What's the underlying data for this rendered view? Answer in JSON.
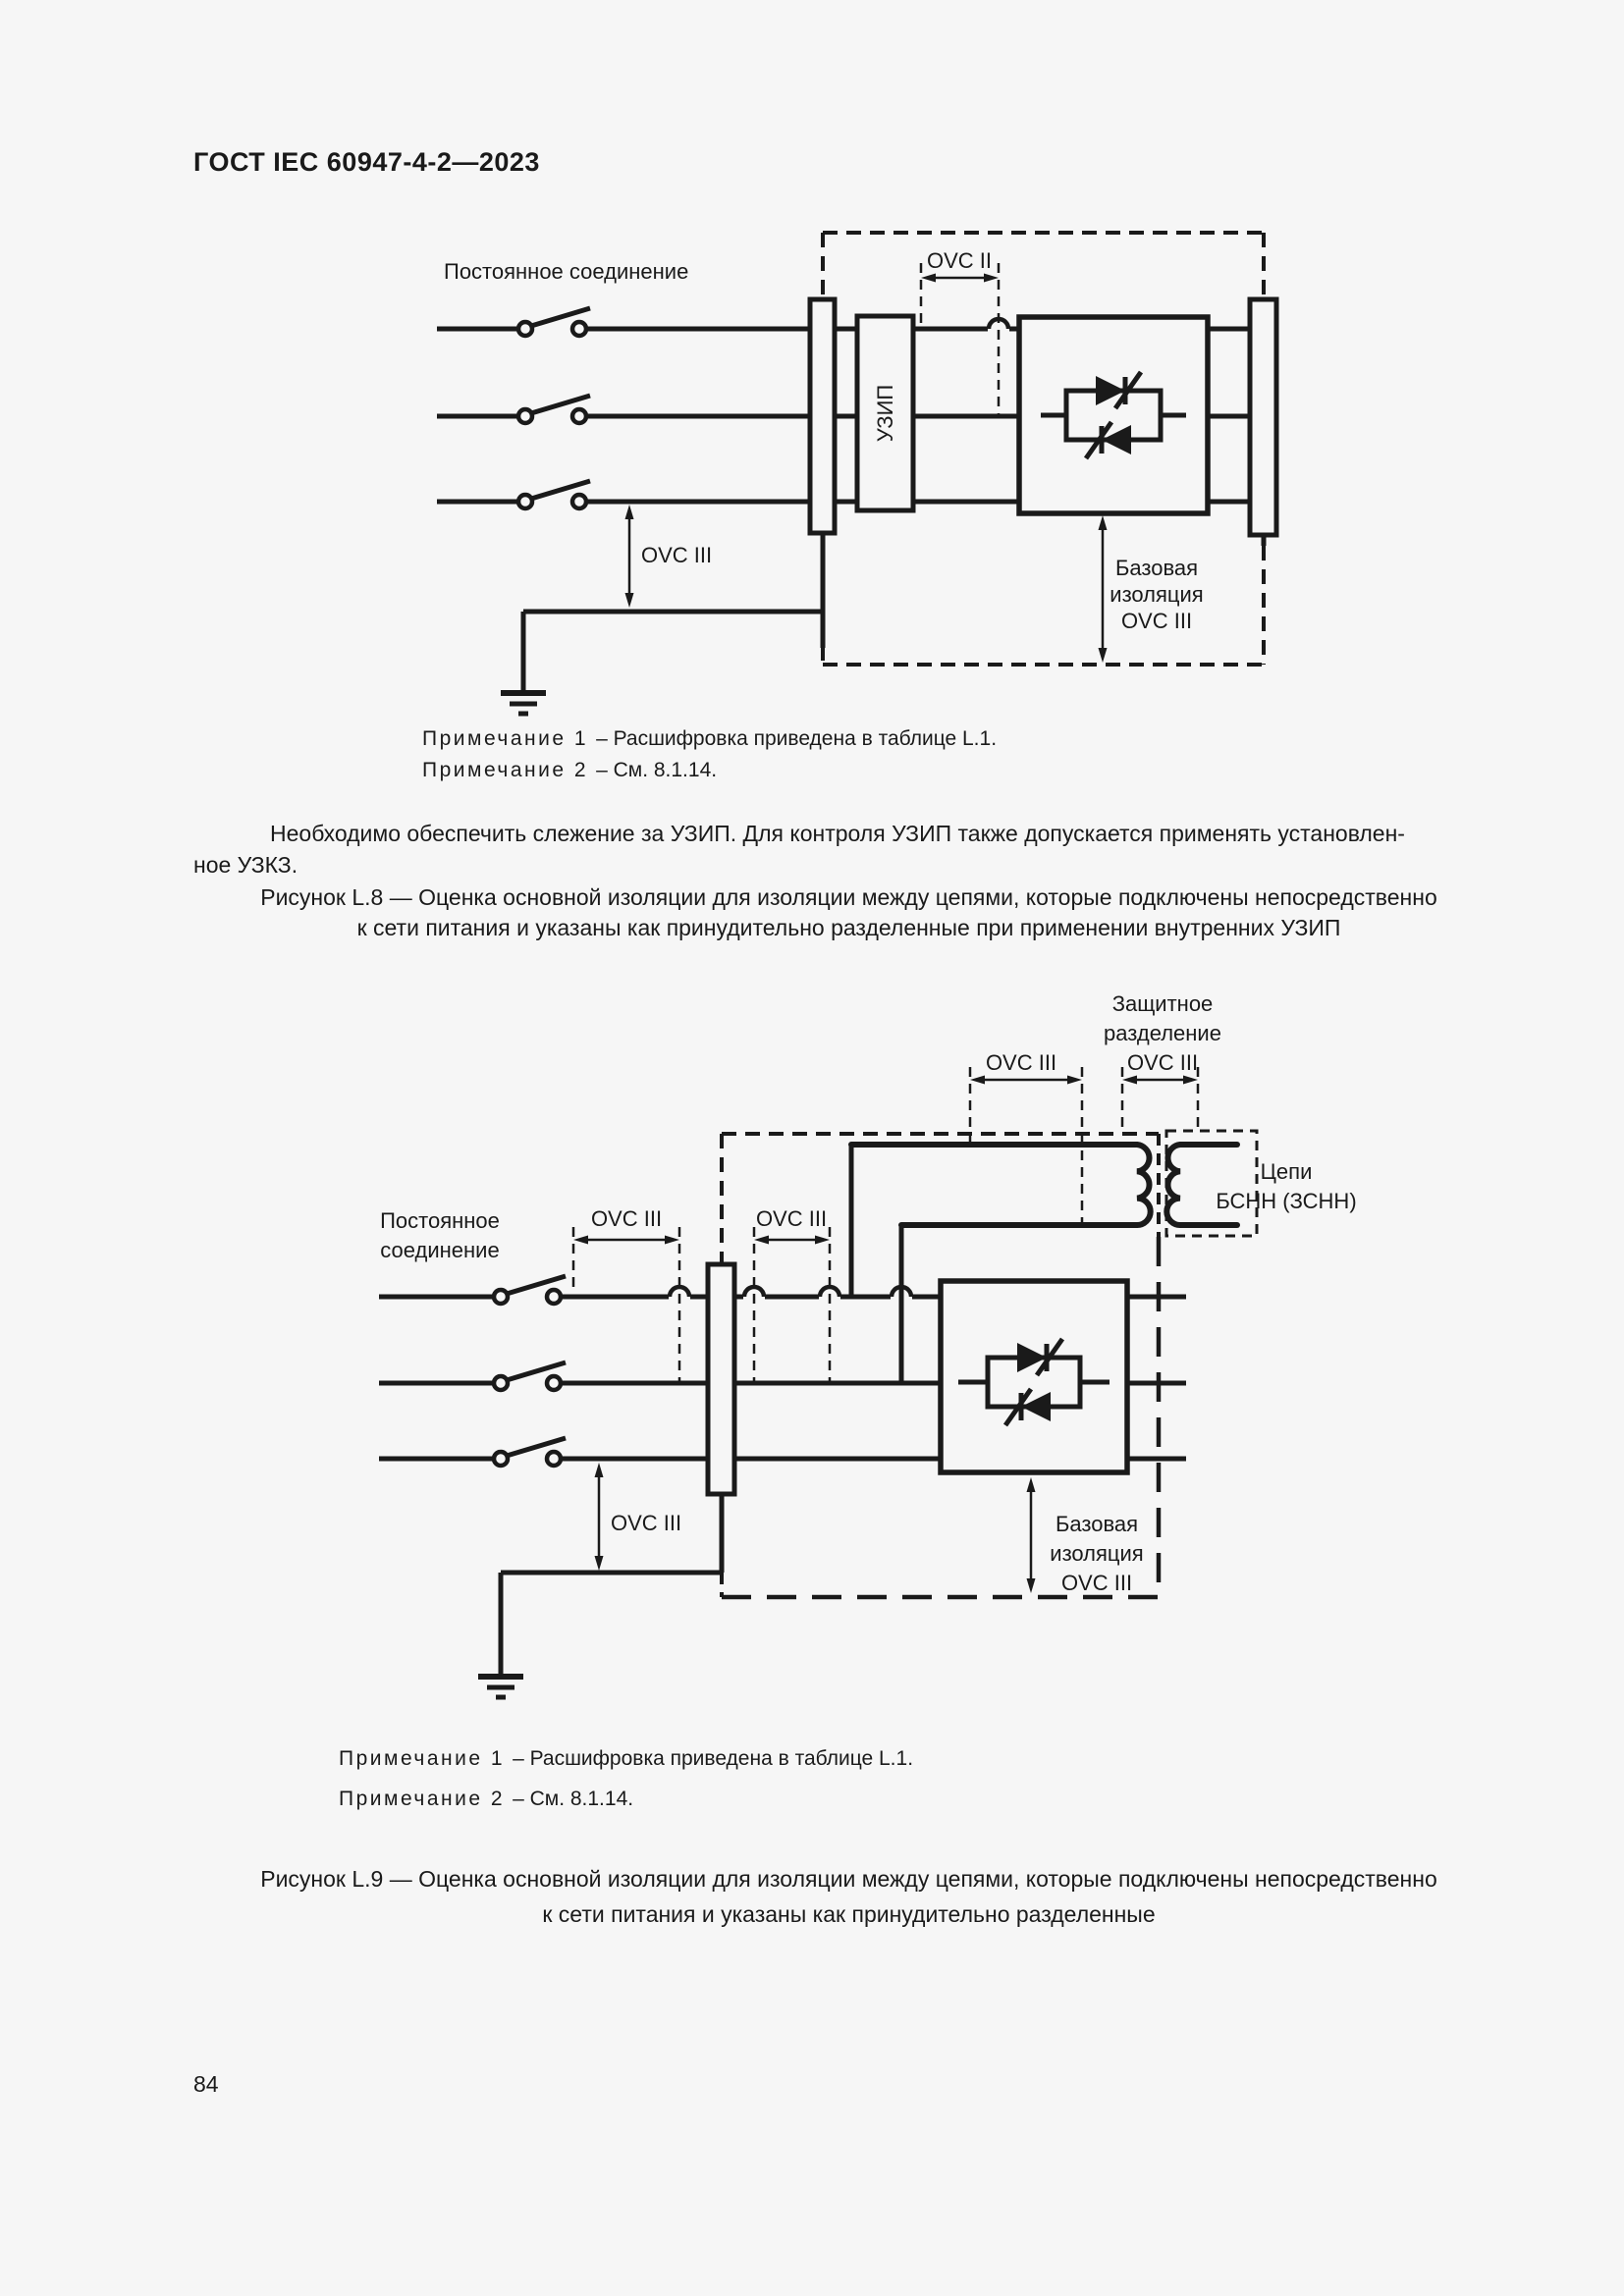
{
  "page": {
    "number": "84",
    "background_color": "#f6f6f6",
    "ink_color": "#1a1a1a"
  },
  "header": {
    "title": "ГОСТ IEC 60947-4-2—2023"
  },
  "figure_l8": {
    "labels": {
      "permanent_connection": "Постоянное соединение",
      "ovc_ii": "OVC II",
      "ovc_iii_vertical": "OVC III",
      "spd": "УЗИП",
      "basic_insulation": [
        "Базовая",
        "изоляция",
        "OVC III"
      ]
    },
    "notes": [
      {
        "lead": "Примечание 1",
        "text": "– Расшифровка приведена в таблице L.1."
      },
      {
        "lead": "Примечание 2",
        "text": "– См. 8.1.14."
      }
    ],
    "paragraph": {
      "line1": "Необходимо обеспечить слежение за УЗИП. Для контроля УЗИП также допускается применять установлен-",
      "line2": "ное УЗКЗ."
    },
    "caption": {
      "line1": "Рисунок L.8 — Оценка основной изоляции для изоляции между цепями, которые подключены непосредственно",
      "line2": "к сети питания и указаны как принудительно разделенные при применении внутренних УЗИП"
    }
  },
  "figure_l9": {
    "labels": {
      "permanent_connection": [
        "Постоянное",
        "соединение"
      ],
      "ovc_iii_dim1": "OVC III",
      "ovc_iii_dim2": "OVC III",
      "ovc_iii_upper": "OVC III",
      "protective_separation": [
        "Защитное",
        "разделение",
        "OVC III"
      ],
      "selv_circuits": [
        "Цепи",
        "БСНН (ЗСНН)"
      ],
      "ovc_iii_vertical": "OVC III",
      "basic_insulation": [
        "Базовая",
        "изоляция",
        "OVC III"
      ]
    },
    "notes": [
      {
        "lead": "Примечание 1",
        "text": "– Расшифровка приведена в таблице L.1."
      },
      {
        "lead": "Примечание 2",
        "text": "– См. 8.1.14."
      }
    ],
    "caption": {
      "line1": "Рисунок L.9 — Оценка основной изоляции для изоляции между цепями, которые подключены непосредственно",
      "line2": "к сети питания и указаны как принудительно разделенные"
    }
  }
}
